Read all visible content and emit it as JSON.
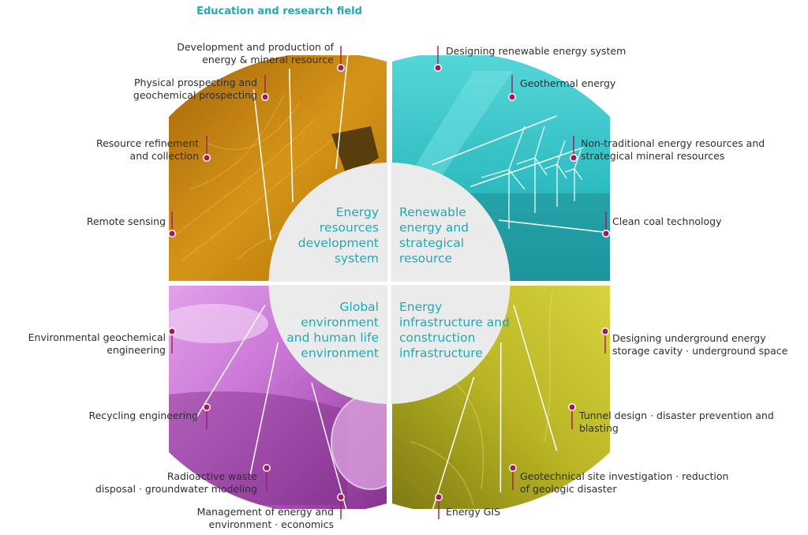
{
  "header": {
    "title": "Education and research field"
  },
  "colors": {
    "accent": "#21a9b7",
    "pin": "#a3195b",
    "energy_resources": "#c88a12",
    "renewable": "#33c4c9",
    "infrastructure": "#c5c229",
    "environment": "#c26fcf",
    "center": "#ebebeb"
  },
  "quadrants": [
    {
      "id": "energy-resources",
      "lines": [
        "Energy",
        "resources",
        "development",
        "system"
      ],
      "fields": [
        {
          "lines": [
            "Development and production of",
            "energy & mineral resource"
          ]
        },
        {
          "lines": [
            "Physical prospecting and",
            "geochemical prospecting"
          ]
        },
        {
          "lines": [
            "Resource refinement",
            "and collection"
          ]
        },
        {
          "lines": [
            "Remote sensing"
          ]
        }
      ]
    },
    {
      "id": "renewable-energy",
      "lines": [
        "Renewable",
        "energy and",
        "strategical",
        "resource"
      ],
      "fields": [
        {
          "lines": [
            "Designing renewable energy system"
          ]
        },
        {
          "lines": [
            "Geothermal energy"
          ]
        },
        {
          "lines": [
            "Non-traditional energy resources and",
            "strategical mineral resources"
          ]
        },
        {
          "lines": [
            "Clean coal technology"
          ]
        }
      ]
    },
    {
      "id": "energy-infrastructure",
      "lines": [
        "Energy",
        "infrastructure and",
        "construction",
        "infrastructure"
      ],
      "fields": [
        {
          "lines": [
            "Designing underground energy",
            "storage cavity · underground space"
          ]
        },
        {
          "lines": [
            "Tunnel design · disaster prevention and",
            "blasting"
          ]
        },
        {
          "lines": [
            "Geotechnical site investigation · reduction",
            "of geologic disaster"
          ]
        },
        {
          "lines": [
            "Energy GIS"
          ]
        }
      ]
    },
    {
      "id": "global-environment",
      "lines": [
        "Global",
        "environment",
        "and human life",
        "environment"
      ],
      "fields": [
        {
          "lines": [
            "Environmental geochemical",
            "engineering"
          ]
        },
        {
          "lines": [
            "Recycling engineering"
          ]
        },
        {
          "lines": [
            "Radioactive waste",
            "disposal · groundwater modeling"
          ]
        },
        {
          "lines": [
            "Management of energy and",
            "environment · economics"
          ]
        }
      ]
    }
  ]
}
